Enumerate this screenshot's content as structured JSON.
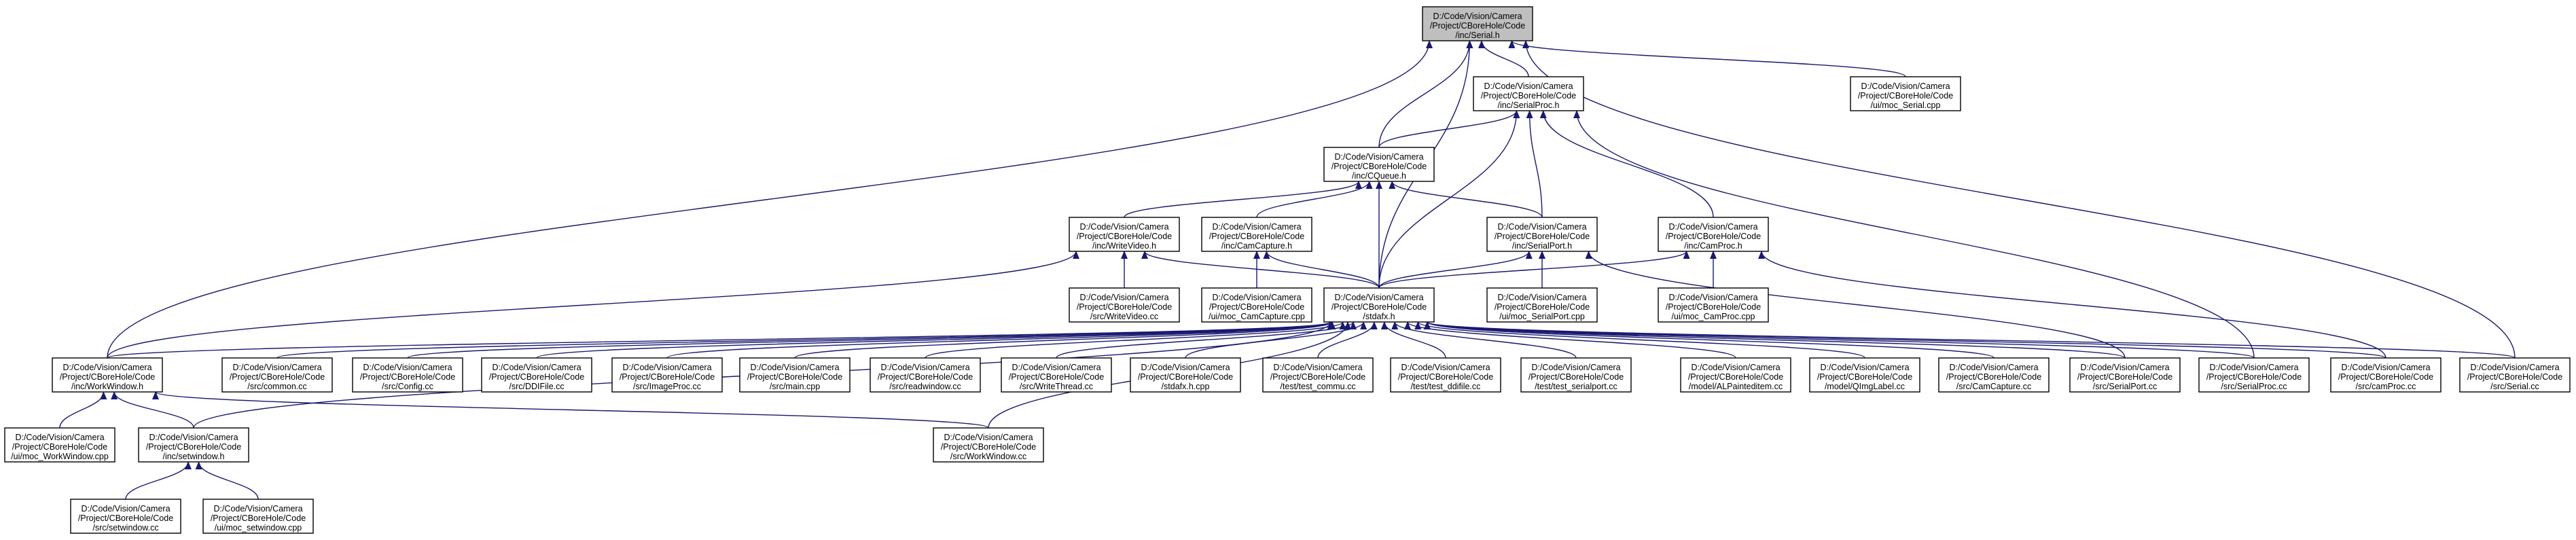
{
  "graph": {
    "nodes": [
      {
        "id": "serial_h",
        "lines": [
          "D:/Code/Vision/Camera",
          "/Project/CBoreHole/Code",
          "/inc/Serial.h"
        ],
        "selected": true
      },
      {
        "id": "moc_serial",
        "lines": [
          "D:/Code/Vision/Camera",
          "/Project/CBoreHole/Code",
          "/ui/moc_Serial.cpp"
        ]
      },
      {
        "id": "serialproc_h",
        "lines": [
          "D:/Code/Vision/Camera",
          "/Project/CBoreHole/Code",
          "/inc/SerialProc.h"
        ]
      },
      {
        "id": "cqueue_h",
        "lines": [
          "D:/Code/Vision/Camera",
          "/Project/CBoreHole/Code",
          "/inc/CQueue.h"
        ]
      },
      {
        "id": "writevideo_h",
        "lines": [
          "D:/Code/Vision/Camera",
          "/Project/CBoreHole/Code",
          "/inc/WriteVideo.h"
        ]
      },
      {
        "id": "camcapture_h",
        "lines": [
          "D:/Code/Vision/Camera",
          "/Project/CBoreHole/Code",
          "/inc/CamCapture.h"
        ]
      },
      {
        "id": "serialport_h",
        "lines": [
          "D:/Code/Vision/Camera",
          "/Project/CBoreHole/Code",
          "/inc/SerialPort.h"
        ]
      },
      {
        "id": "camproc_h",
        "lines": [
          "D:/Code/Vision/Camera",
          "/Project/CBoreHole/Code",
          "/inc/CamProc.h"
        ]
      },
      {
        "id": "writevideo_cc",
        "lines": [
          "D:/Code/Vision/Camera",
          "/Project/CBoreHole/Code",
          "/src/WriteVideo.cc"
        ]
      },
      {
        "id": "moc_camcapture",
        "lines": [
          "D:/Code/Vision/Camera",
          "/Project/CBoreHole/Code",
          "/ui/moc_CamCapture.cpp"
        ]
      },
      {
        "id": "stdafx_h",
        "lines": [
          "D:/Code/Vision/Camera",
          "/Project/CBoreHole/Code",
          "/stdafx.h"
        ]
      },
      {
        "id": "moc_serialport",
        "lines": [
          "D:/Code/Vision/Camera",
          "/Project/CBoreHole/Code",
          "/ui/moc_SerialPort.cpp"
        ]
      },
      {
        "id": "moc_camproc",
        "lines": [
          "D:/Code/Vision/Camera",
          "/Project/CBoreHole/Code",
          "/ui/moc_CamProc.cpp"
        ]
      },
      {
        "id": "workwindow_h",
        "lines": [
          "D:/Code/Vision/Camera",
          "/Project/CBoreHole/Code",
          "/inc/WorkWindow.h"
        ]
      },
      {
        "id": "common_cc",
        "lines": [
          "D:/Code/Vision/Camera",
          "/Project/CBoreHole/Code",
          "/src/common.cc"
        ]
      },
      {
        "id": "config_cc",
        "lines": [
          "D:/Code/Vision/Camera",
          "/Project/CBoreHole/Code",
          "/src/Config.cc"
        ]
      },
      {
        "id": "ddifile_cc",
        "lines": [
          "D:/Code/Vision/Camera",
          "/Project/CBoreHole/Code",
          "/src/DDIFile.cc"
        ]
      },
      {
        "id": "imageproc_cc",
        "lines": [
          "D:/Code/Vision/Camera",
          "/Project/CBoreHole/Code",
          "/src/ImageProc.cc"
        ]
      },
      {
        "id": "main_cpp",
        "lines": [
          "D:/Code/Vision/Camera",
          "/Project/CBoreHole/Code",
          "/src/main.cpp"
        ]
      },
      {
        "id": "readwindow_cc",
        "lines": [
          "D:/Code/Vision/Camera",
          "/Project/CBoreHole/Code",
          "/src/readwindow.cc"
        ]
      },
      {
        "id": "writethread_cc",
        "lines": [
          "D:/Code/Vision/Camera",
          "/Project/CBoreHole/Code",
          "/src/WriteThread.cc"
        ]
      },
      {
        "id": "stdafx_cpp",
        "lines": [
          "D:/Code/Vision/Camera",
          "/Project/CBoreHole/Code",
          "/stdafx.h.cpp"
        ]
      },
      {
        "id": "test_commu",
        "lines": [
          "D:/Code/Vision/Camera",
          "/Project/CBoreHole/Code",
          "/test/test_commu.cc"
        ]
      },
      {
        "id": "test_ddifile",
        "lines": [
          "D:/Code/Vision/Camera",
          "/Project/CBoreHole/Code",
          "/test/test_ddifile.cc"
        ]
      },
      {
        "id": "test_serialport",
        "lines": [
          "D:/Code/Vision/Camera",
          "/Project/CBoreHole/Code",
          "/test/test_serialport.cc"
        ]
      },
      {
        "id": "alpainteditem",
        "lines": [
          "D:/Code/Vision/Camera",
          "/Project/CBoreHole/Code",
          "/model/ALPainteditem.cc"
        ]
      },
      {
        "id": "qimglabel",
        "lines": [
          "D:/Code/Vision/Camera",
          "/Project/CBoreHole/Code",
          "/model/QImgLabel.cc"
        ]
      },
      {
        "id": "camcapture_cc",
        "lines": [
          "D:/Code/Vision/Camera",
          "/Project/CBoreHole/Code",
          "/src/CamCapture.cc"
        ]
      },
      {
        "id": "serialport_cc",
        "lines": [
          "D:/Code/Vision/Camera",
          "/Project/CBoreHole/Code",
          "/src/SerialPort.cc"
        ]
      },
      {
        "id": "serialproc_cc",
        "lines": [
          "D:/Code/Vision/Camera",
          "/Project/CBoreHole/Code",
          "/src/SerialProc.cc"
        ]
      },
      {
        "id": "camproc_cc",
        "lines": [
          "D:/Code/Vision/Camera",
          "/Project/CBoreHole/Code",
          "/src/camProc.cc"
        ]
      },
      {
        "id": "serial_cc",
        "lines": [
          "D:/Code/Vision/Camera",
          "/Project/CBoreHole/Code",
          "/src/Serial.cc"
        ]
      },
      {
        "id": "moc_workwindow",
        "lines": [
          "D:/Code/Vision/Camera",
          "/Project/CBoreHole/Code",
          "/ui/moc_WorkWindow.cpp"
        ]
      },
      {
        "id": "setwindow_h",
        "lines": [
          "D:/Code/Vision/Camera",
          "/Project/CBoreHole/Code",
          "/inc/setwindow.h"
        ]
      },
      {
        "id": "workwindow_cc",
        "lines": [
          "D:/Code/Vision/Camera",
          "/Project/CBoreHole/Code",
          "/src/WorkWindow.cc"
        ]
      },
      {
        "id": "setwindow_cc",
        "lines": [
          "D:/Code/Vision/Camera",
          "/Project/CBoreHole/Code",
          "/src/setwindow.cc"
        ]
      },
      {
        "id": "moc_setwindow",
        "lines": [
          "D:/Code/Vision/Camera",
          "/Project/CBoreHole/Code",
          "/ui/moc_setwindow.cpp"
        ]
      }
    ],
    "edges": [
      {
        "from": "serialproc_h",
        "to": "serial_h"
      },
      {
        "from": "moc_serial",
        "to": "serial_h"
      },
      {
        "from": "cqueue_h",
        "to": "serial_h"
      },
      {
        "from": "stdafx_h",
        "to": "serial_h"
      },
      {
        "from": "workwindow_h",
        "to": "serial_h"
      },
      {
        "from": "serial_cc",
        "to": "serial_h"
      },
      {
        "from": "cqueue_h",
        "to": "serialproc_h"
      },
      {
        "from": "serialport_h",
        "to": "serialproc_h"
      },
      {
        "from": "camproc_h",
        "to": "serialproc_h"
      },
      {
        "from": "stdafx_h",
        "to": "serialproc_h"
      },
      {
        "from": "serialproc_cc",
        "to": "serialproc_h"
      },
      {
        "from": "writevideo_h",
        "to": "cqueue_h"
      },
      {
        "from": "camcapture_h",
        "to": "cqueue_h"
      },
      {
        "from": "serialport_h",
        "to": "cqueue_h"
      },
      {
        "from": "stdafx_h",
        "to": "cqueue_h"
      },
      {
        "from": "writevideo_cc",
        "to": "writevideo_h"
      },
      {
        "from": "stdafx_h",
        "to": "writevideo_h"
      },
      {
        "from": "workwindow_h",
        "to": "writevideo_h"
      },
      {
        "from": "moc_camcapture",
        "to": "camcapture_h"
      },
      {
        "from": "stdafx_h",
        "to": "camcapture_h"
      },
      {
        "from": "stdafx_h",
        "to": "serialport_h"
      },
      {
        "from": "moc_serialport",
        "to": "serialport_h"
      },
      {
        "from": "serialport_cc",
        "to": "serialport_h"
      },
      {
        "from": "stdafx_h",
        "to": "camproc_h"
      },
      {
        "from": "moc_camproc",
        "to": "camproc_h"
      },
      {
        "from": "camproc_cc",
        "to": "camproc_h"
      },
      {
        "from": "workwindow_h",
        "to": "stdafx_h"
      },
      {
        "from": "common_cc",
        "to": "stdafx_h"
      },
      {
        "from": "config_cc",
        "to": "stdafx_h"
      },
      {
        "from": "ddifile_cc",
        "to": "stdafx_h"
      },
      {
        "from": "imageproc_cc",
        "to": "stdafx_h"
      },
      {
        "from": "main_cpp",
        "to": "stdafx_h"
      },
      {
        "from": "readwindow_cc",
        "to": "stdafx_h"
      },
      {
        "from": "writethread_cc",
        "to": "stdafx_h"
      },
      {
        "from": "stdafx_cpp",
        "to": "stdafx_h"
      },
      {
        "from": "test_commu",
        "to": "stdafx_h"
      },
      {
        "from": "test_ddifile",
        "to": "stdafx_h"
      },
      {
        "from": "test_serialport",
        "to": "stdafx_h"
      },
      {
        "from": "alpainteditem",
        "to": "stdafx_h"
      },
      {
        "from": "qimglabel",
        "to": "stdafx_h"
      },
      {
        "from": "camcapture_cc",
        "to": "stdafx_h"
      },
      {
        "from": "serialport_cc",
        "to": "stdafx_h"
      },
      {
        "from": "serialproc_cc",
        "to": "stdafx_h"
      },
      {
        "from": "camproc_cc",
        "to": "stdafx_h"
      },
      {
        "from": "serial_cc",
        "to": "stdafx_h"
      },
      {
        "from": "setwindow_h",
        "to": "stdafx_h"
      },
      {
        "from": "workwindow_cc",
        "to": "stdafx_h"
      },
      {
        "from": "moc_workwindow",
        "to": "workwindow_h"
      },
      {
        "from": "setwindow_h",
        "to": "workwindow_h"
      },
      {
        "from": "workwindow_cc",
        "to": "workwindow_h"
      },
      {
        "from": "setwindow_cc",
        "to": "setwindow_h"
      },
      {
        "from": "moc_setwindow",
        "to": "setwindow_h"
      }
    ]
  }
}
